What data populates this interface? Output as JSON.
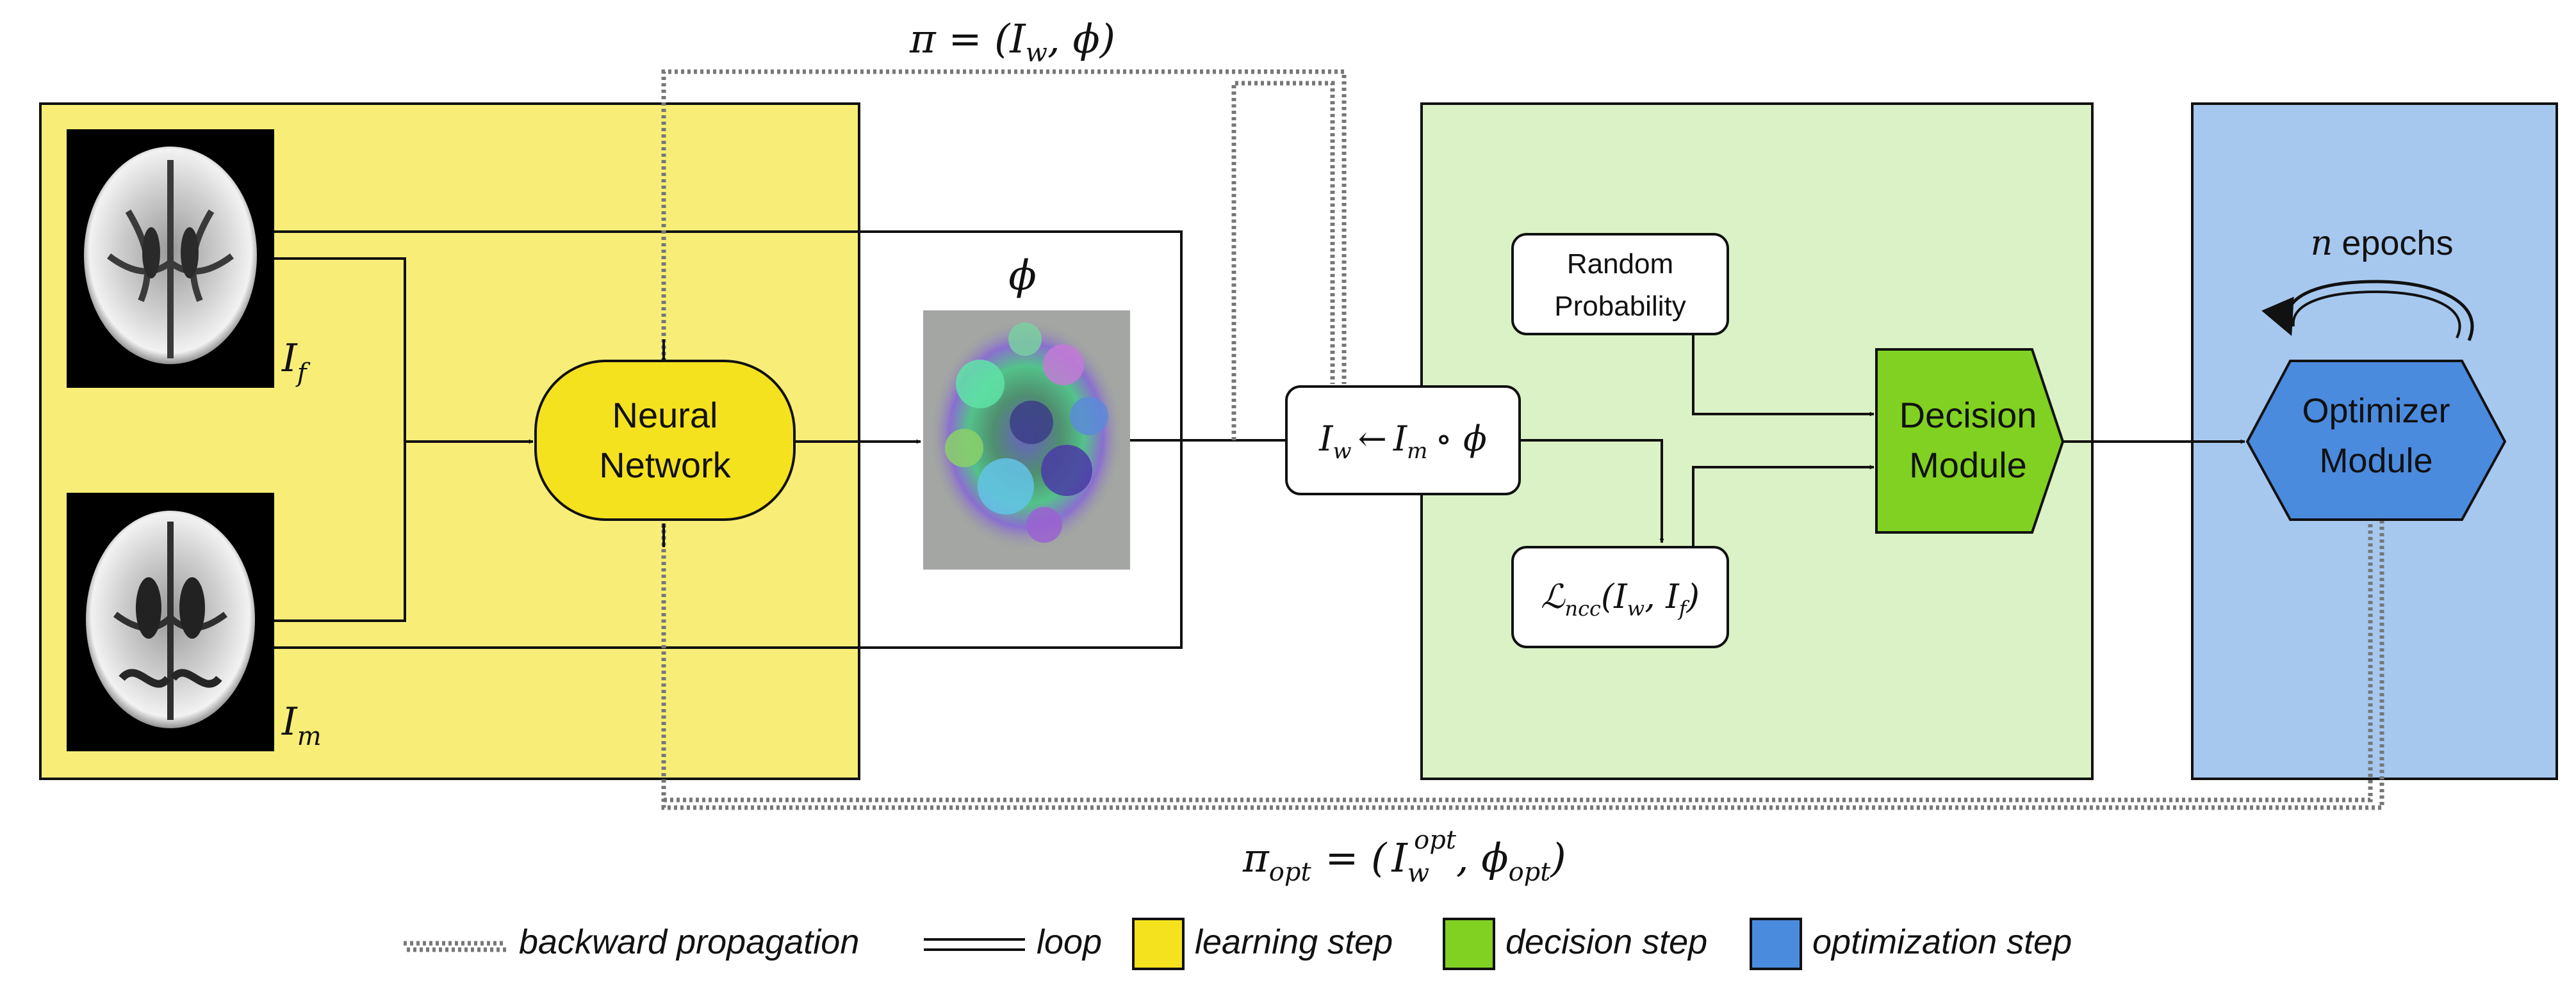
{
  "colors": {
    "learning": "#f8ee77",
    "learning_node": "#f5e21e",
    "decision": "#daf2c5",
    "decision_node": "#80d121",
    "optimization": "#a6c8ee",
    "optimization_node": "#4b8bde"
  },
  "labels": {
    "pi": "π = (I",
    "pi_sub": "w",
    "pi_tail": ", ϕ)",
    "phi": "ϕ",
    "i_f": "I",
    "i_f_sub": "f",
    "i_m": "I",
    "i_m_sub": "m",
    "pi_opt": "π",
    "pi_opt_sub": "opt",
    "pi_opt_eq": "= (",
    "pi_opt_i": "I",
    "pi_opt_i_sub": "w",
    "pi_opt_i_sup": "opt",
    "pi_opt_phi": ", ϕ",
    "pi_opt_phi_sub": "opt",
    "pi_opt_close": ")",
    "n_epochs_n": "n",
    "n_epochs_text": "epochs"
  },
  "nodes": {
    "neural_network": [
      "Neural",
      "Network"
    ],
    "random_probability": [
      "Random",
      "Probability"
    ],
    "warp": {
      "lhs": "I",
      "lhs_sub": "w",
      "arrow": "←",
      "rhs": "I",
      "rhs_sub": "m",
      "op": "∘ ϕ"
    },
    "loss": {
      "symbol": "ℒ",
      "symbol_sub": "ncc",
      "open": "(I",
      "a_sub": "w",
      "mid": ", I",
      "b_sub": "f",
      "close": ")"
    },
    "decision_module": [
      "Decision",
      "Module"
    ],
    "optimizer_module": [
      "Optimizer",
      "Module"
    ]
  },
  "legend": {
    "backward": "backward propagation",
    "loop": "loop",
    "learning": "learning step",
    "decision": "decision step",
    "optimization": "optimization step"
  }
}
